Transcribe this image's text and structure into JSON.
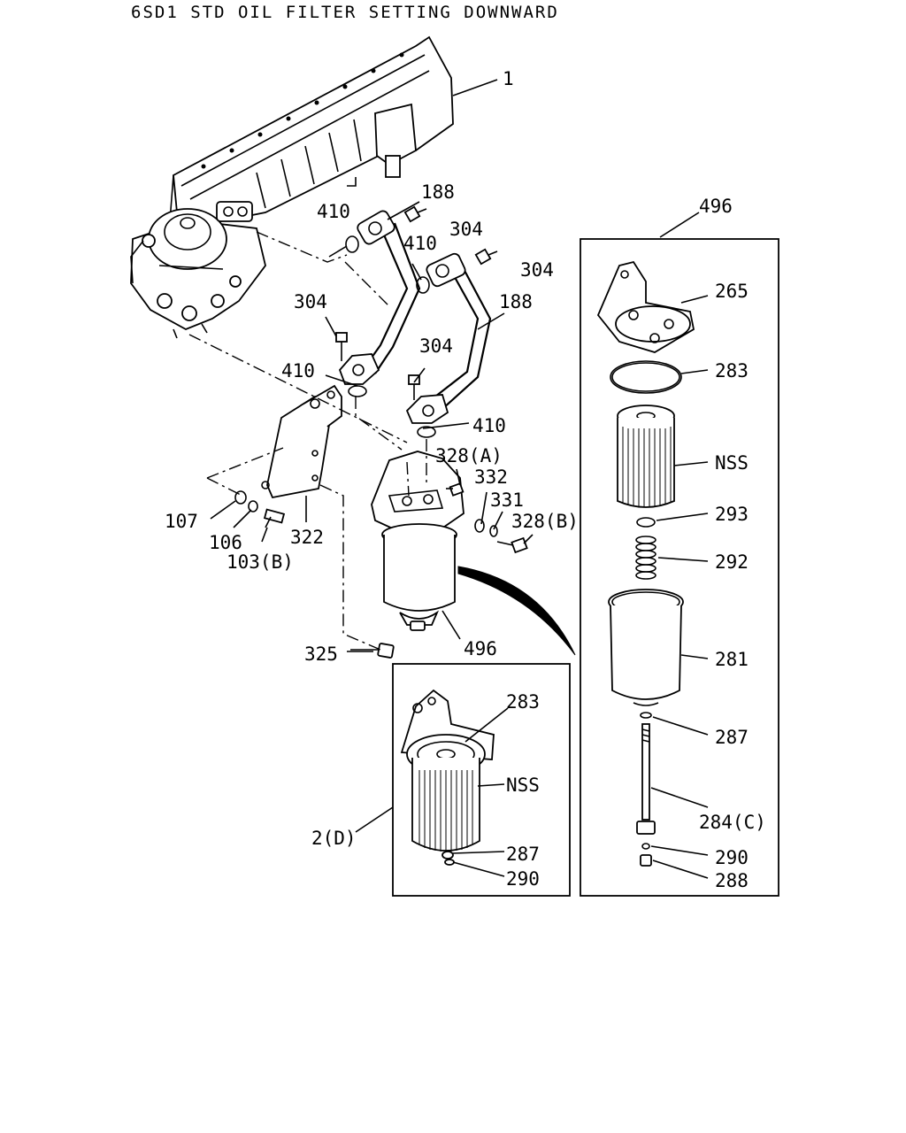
{
  "title": "6SD1 STD OIL FILTER SETTING DOWNWARD",
  "callouts": {
    "c1": "1",
    "c188a": "188",
    "c410a": "410",
    "c304a": "304",
    "c410b": "410",
    "c304b": "304",
    "c304c": "304",
    "c188b": "188",
    "c304d": "304",
    "c410c": "410",
    "c410d": "410",
    "c328a": "328(A)",
    "c332": "332",
    "c331": "331",
    "c328b": "328(B)",
    "c107": "107",
    "c106": "106",
    "c322": "322",
    "c103b": "103(B)",
    "c325": "325",
    "c496a": "496",
    "c496b": "496",
    "c265": "265",
    "c283a": "283",
    "cnssa": "NSS",
    "c293": "293",
    "c292": "292",
    "c281": "281",
    "c287a": "287",
    "c284c": "284(C)",
    "c290a": "290",
    "c288": "288",
    "c283b": "283",
    "cnssb": "NSS",
    "c2d": "2(D)",
    "c287b": "287",
    "c290b": "290"
  }
}
